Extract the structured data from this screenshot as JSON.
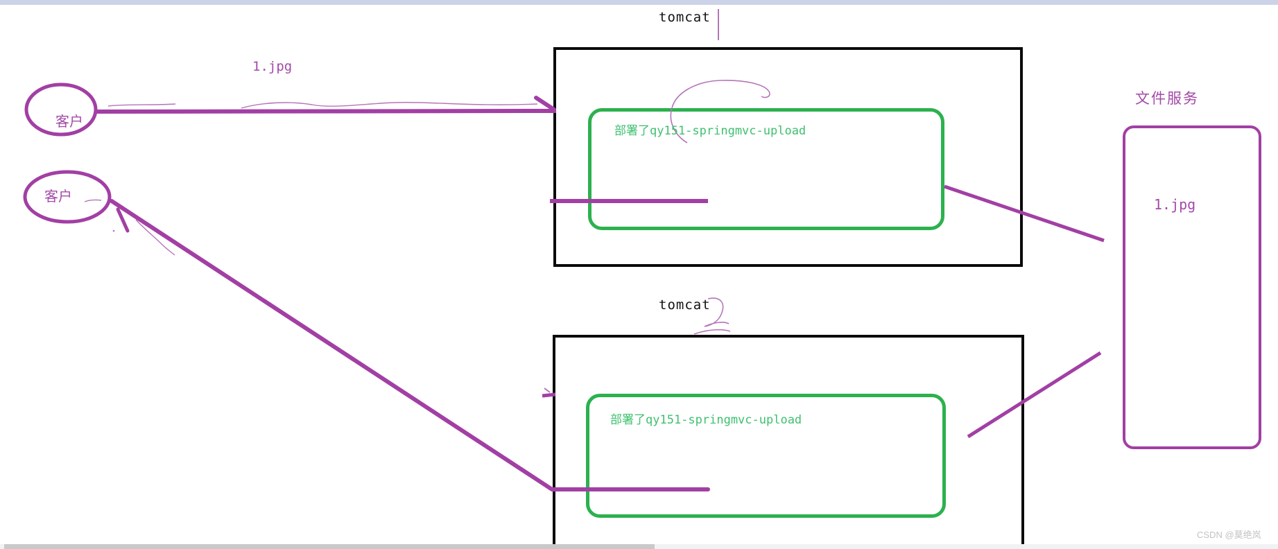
{
  "labels": {
    "client_top": "客户",
    "client_bottom": "客户",
    "transfer_file": "1.jpg",
    "tomcat_top": "tomcat",
    "tomcat_bottom": "tomcat",
    "deployed_app_top": "部署了qy151-springmvc-upload",
    "deployed_app_bottom": "部署了qy151-springmvc-upload",
    "file_service_title": "文件服务",
    "stored_file": "1.jpg",
    "watermark": "CSDN @莫绝岚"
  },
  "colors": {
    "purple": "#A23FA4",
    "purple-light": "#B575B8",
    "purple-text": "#A34AA8",
    "green": "#2CB14E",
    "green-text": "#3EC06F",
    "black-line": "#0A0A0A",
    "top-bar": "#CCD3E8",
    "scroll-thumb": "#C9C9C9",
    "scroll-track": "#F1F2F4",
    "watermark-gray": "#C2C2C2",
    "label-black": "#111111"
  }
}
